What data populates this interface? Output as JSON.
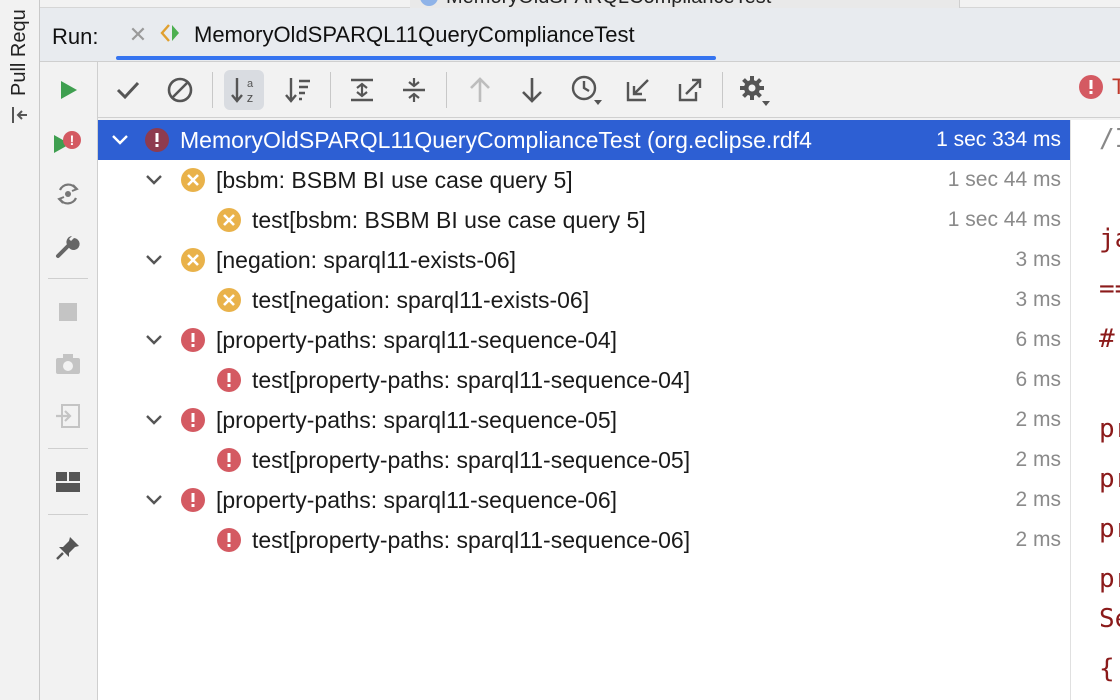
{
  "side_panel": {
    "label": "Pull Requ"
  },
  "top_tab": {
    "label": "MemoryOldSPARQLComplianceTest"
  },
  "run": {
    "label": "Run:",
    "tab_title": "MemoryOldSPARQL11QueryComplianceTest",
    "accent": "#3574f0"
  },
  "toolbar": {
    "error_indicator_text": "T"
  },
  "tree": {
    "rows": [
      {
        "name": "MemoryOldSPARQL11QueryComplianceTest (org.eclipse.rdf4",
        "duration": "1 sec 334 ms",
        "status": "failed",
        "level": 0,
        "selected": true
      },
      {
        "name": "[bsbm: BSBM BI use case query 5]",
        "duration": "1 sec 44 ms",
        "status": "ignored",
        "level": 1
      },
      {
        "name": "test[bsbm: BSBM BI use case query 5]",
        "duration": "1 sec 44 ms",
        "status": "ignored",
        "level": 2
      },
      {
        "name": "[negation: sparql11-exists-06]",
        "duration": "3 ms",
        "status": "ignored",
        "level": 1
      },
      {
        "name": "test[negation: sparql11-exists-06]",
        "duration": "3 ms",
        "status": "ignored",
        "level": 2
      },
      {
        "name": "[property-paths: sparql11-sequence-04]",
        "duration": "6 ms",
        "status": "failed",
        "level": 1
      },
      {
        "name": "test[property-paths: sparql11-sequence-04]",
        "duration": "6 ms",
        "status": "failed",
        "level": 2
      },
      {
        "name": "[property-paths: sparql11-sequence-05]",
        "duration": "2 ms",
        "status": "failed",
        "level": 1
      },
      {
        "name": "test[property-paths: sparql11-sequence-05]",
        "duration": "2 ms",
        "status": "failed",
        "level": 2
      },
      {
        "name": "[property-paths: sparql11-sequence-06]",
        "duration": "2 ms",
        "status": "failed",
        "level": 1
      },
      {
        "name": "test[property-paths: sparql11-sequence-06]",
        "duration": "2 ms",
        "status": "failed",
        "level": 2
      }
    ]
  },
  "editor": {
    "lines": [
      "/I",
      "ja",
      "==",
      "#",
      "pr",
      "pr",
      "pr",
      "pr",
      "Se",
      "{"
    ]
  },
  "colors": {
    "selection": "#2d5fd3",
    "failed": "#d45a62",
    "ignored": "#e9b24a",
    "run_green": "#3f9f50"
  }
}
